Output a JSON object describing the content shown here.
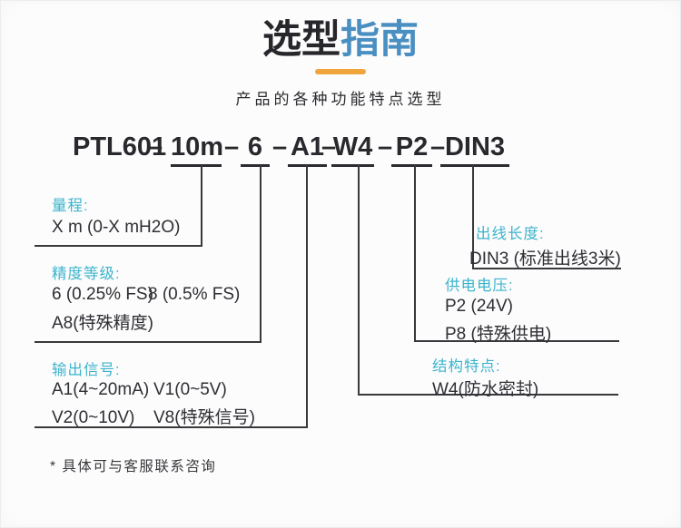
{
  "header": {
    "title_dark": "选型",
    "title_blue": "指南",
    "subtitle": "产品的各种功能特点选型"
  },
  "model_code": {
    "prefix": "PTL601",
    "dash": "–",
    "segments": [
      {
        "code": "10m"
      },
      {
        "code": "6"
      },
      {
        "code": "A1"
      },
      {
        "code": "W4"
      },
      {
        "code": "P2"
      },
      {
        "code": "DIN3"
      }
    ]
  },
  "groups": {
    "range": {
      "label": "量程:",
      "row1": "X m (0-X mH2O)"
    },
    "accuracy": {
      "label": "精度等级:",
      "row1a": "6 (0.25% FS)",
      "row1b": "8 (0.5% FS)",
      "row2": "A8(特殊精度)"
    },
    "output": {
      "label": "输出信号:",
      "row1a": "A1(4~20mA)",
      "row1b": "V1(0~5V)",
      "row2a": "V2(0~10V)",
      "row2b": "V8(特殊信号)"
    },
    "cable": {
      "label": "出线长度:",
      "row1": "DIN3 (标准出线3米)"
    },
    "power": {
      "label": "供电电压:",
      "row1": "P2 (24V)",
      "row2": "P8 (特殊供电)"
    },
    "structure": {
      "label": "结构特点:",
      "row1": "W4(防水密封)"
    }
  },
  "footer": {
    "note": "* 具体可与客服联系咨询"
  },
  "colors": {
    "accent_orange": "#f0a43c",
    "title_blue": "#4a8fc2",
    "label_teal": "#3cb4cd",
    "text_dark": "#28282d",
    "connector_line": "#39393d",
    "background": "#fcfcfc"
  }
}
